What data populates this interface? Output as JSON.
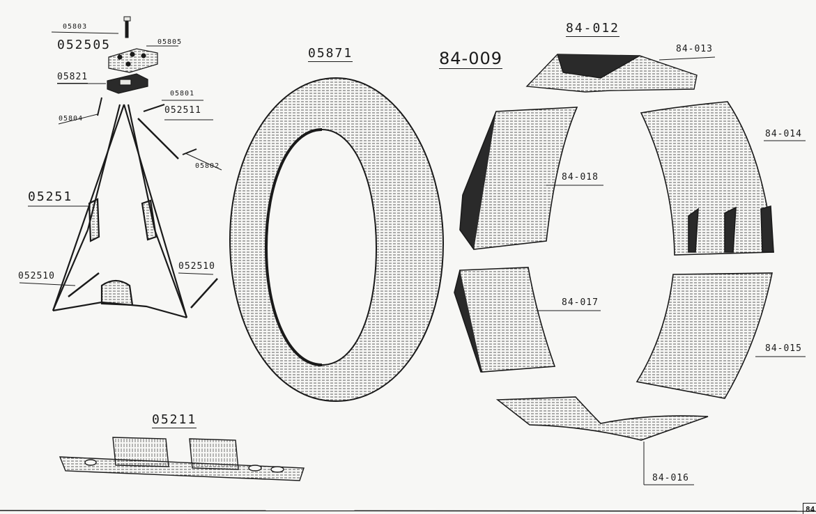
{
  "assembly_title": "84-009",
  "page_number": "84",
  "parts": {
    "p05803": "05803",
    "p052505": "052505",
    "p05805": "05805",
    "p05821": "05821",
    "p05801": "05801",
    "p052511": "052511",
    "p05804": "05804",
    "p05802": "05802",
    "p05251": "05251",
    "p052510_left": "052510",
    "p052510_right": "052510",
    "p05211": "05211",
    "p05871": "05871",
    "p84_012": "84-012",
    "p84_013": "84-013",
    "p84_014": "84-014",
    "p84_018": "84-018",
    "p84_017": "84-017",
    "p84_015": "84-015",
    "p84_016": "84-016"
  },
  "colors": {
    "ink": "#1a1a1a",
    "paper": "#f7f7f5"
  }
}
